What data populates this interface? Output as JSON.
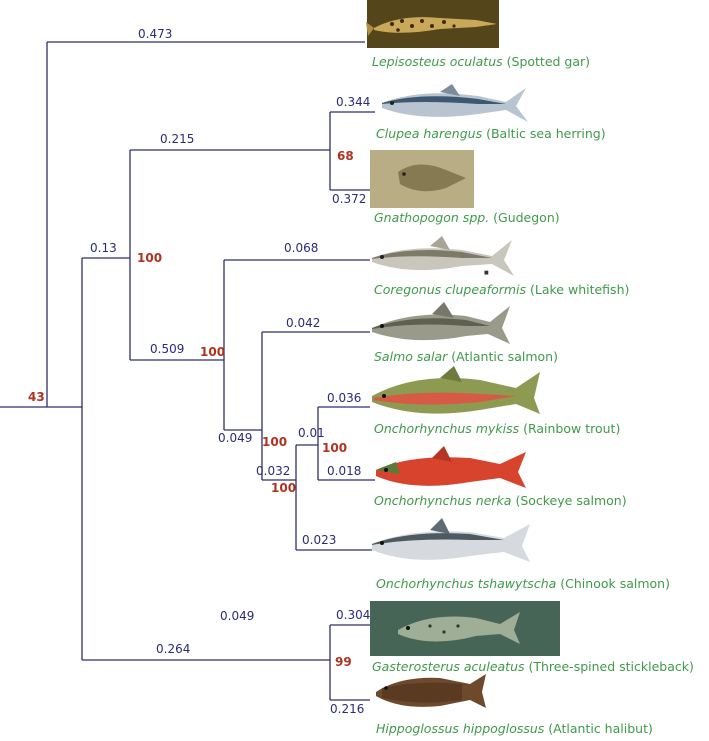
{
  "colors": {
    "branch": "#2e2e6e",
    "branch_length": "#2b2b7a",
    "bootstrap": "#b0321f",
    "taxon_label": "#3f9a4a"
  },
  "taxa": {
    "gar": {
      "sci": "Lepisosteus oculatus",
      "common": "(Spotted gar)"
    },
    "herring": {
      "sci": "Clupea harengus",
      "common": "(Baltic sea herring)"
    },
    "gudgeon": {
      "sci": "Gnathopogon spp.",
      "common": "(Gudegon)"
    },
    "whitefish": {
      "sci": "Coregonus clupeaformis",
      "common": "(Lake whitefish)"
    },
    "salmon": {
      "sci": "Salmo salar",
      "common": "(Atlantic salmon)"
    },
    "trout": {
      "sci": "Onchorhynchus mykiss",
      "common": "(Rainbow trout)"
    },
    "sockeye": {
      "sci": "Onchorhynchus nerka",
      "common": "(Sockeye salmon)"
    },
    "chinook": {
      "sci": "Onchorhynchus tshawytscha",
      "common": "(Chinook salmon)"
    },
    "stickleback": {
      "sci": "Gasterosterus aculeatus",
      "common": "(Three-spined stickleback)"
    },
    "halibut": {
      "sci": "Hippoglossus hippoglossus",
      "common": "(Atlantic halibut)"
    }
  },
  "branch_lengths": {
    "gar": "0.473",
    "herring": "0.344",
    "gudgeon": "0.372",
    "herring_gudgeon_clade": "0.215",
    "teleost_stem": "0.13",
    "whitefish": "0.068",
    "salmon": "0.042",
    "salmonid_clade": "0.509",
    "salmo_onco_clade": "0.049",
    "trout": "0.036",
    "trout_sockeye_clade": "0.01",
    "sockeye": "0.018",
    "onco_clade": "0.032",
    "chinook": "0.023",
    "stickleback": "0.304",
    "stickleback_halibut_clade": "0.264",
    "halibut": "0.216",
    "floating": "0.049"
  },
  "bootstrap": {
    "root": "43",
    "herring_gudgeon": "68",
    "teleost": "100",
    "salmonid": "100",
    "salmo_onco": "100",
    "onco": "100",
    "trout_sockeye": "100",
    "stickleback_halibut": "99"
  }
}
